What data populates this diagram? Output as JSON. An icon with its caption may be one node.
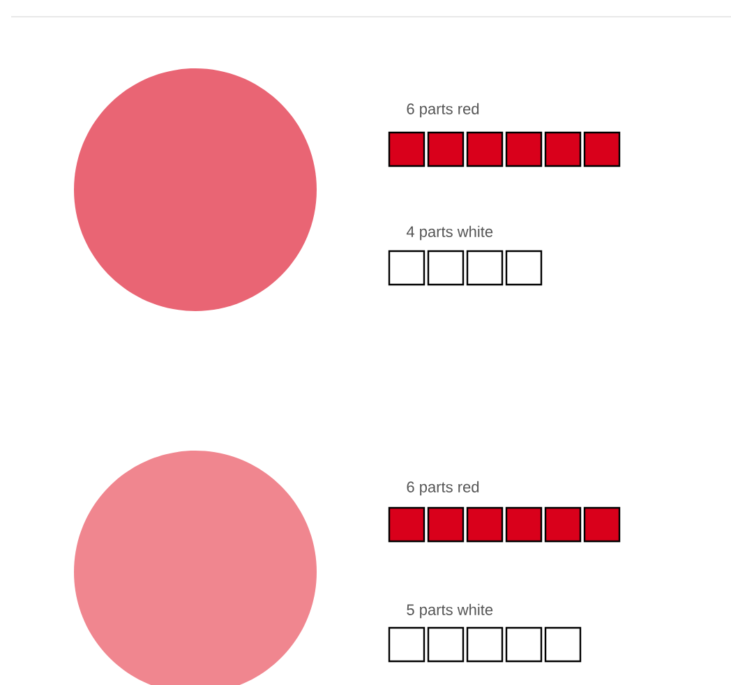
{
  "diagram": {
    "nodes": [
      {
        "text": [],
        "shape": "circle"
      },
      {
        "text": [],
        "shape": "circle"
      }
    ],
    "labels": [
      "6 parts red",
      "4 parts white",
      "6 parts red",
      "5 parts white"
    ]
  }
}
